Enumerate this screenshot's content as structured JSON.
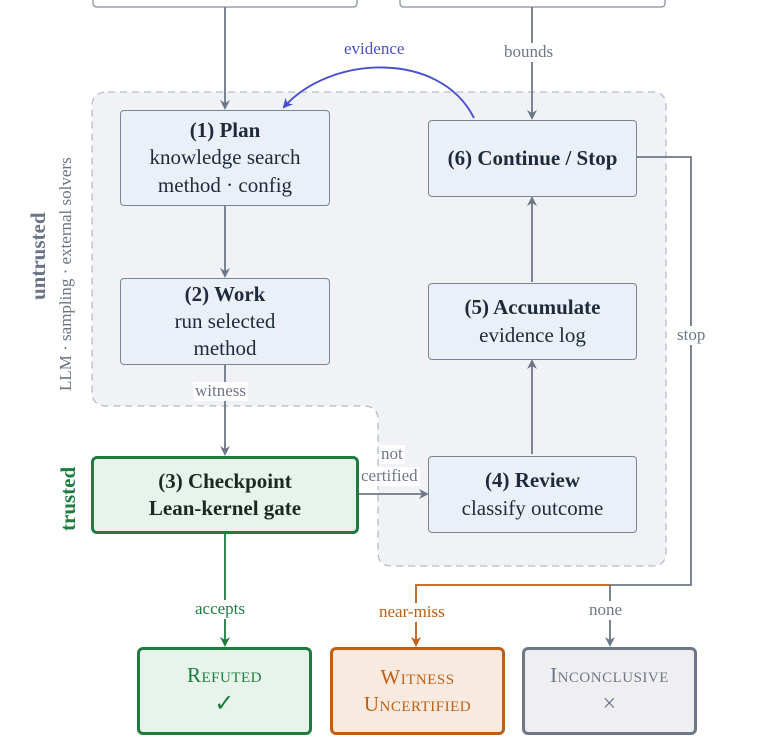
{
  "nodes": {
    "plan": {
      "title": "(1) Plan",
      "line1": "knowledge search",
      "line2": "method · config"
    },
    "work": {
      "title": "(2) Work",
      "line1": "run selected",
      "line2": "method"
    },
    "checkpoint": {
      "line1": "(3) Checkpoint",
      "line2": "Lean-kernel gate"
    },
    "review": {
      "title": "(4) Review",
      "line1": "classify outcome"
    },
    "accumulate": {
      "title": "(5) Accumulate",
      "line1": "evidence log"
    },
    "continue_stop": {
      "title": "(6) Continue / Stop"
    }
  },
  "outcomes": {
    "refuted": {
      "label": "Refuted",
      "mark": "✓"
    },
    "witness_uncertified": {
      "line1": "Witness",
      "line2": "Uncertified"
    },
    "inconclusive": {
      "label": "Inconclusive",
      "mark": "×"
    }
  },
  "edge_labels": {
    "evidence": "evidence",
    "bounds": "bounds",
    "witness": "witness",
    "not_certified_1": "not",
    "not_certified_2": "certified",
    "stop": "stop",
    "accepts": "accepts",
    "near_miss": "near-miss",
    "none": "none"
  },
  "regions": {
    "untrusted_title": "untrusted",
    "untrusted_subtitle": "LLM · sampling · external solvers",
    "trusted_title": "trusted"
  },
  "colors": {
    "edge": "#6e7788",
    "evidence": "#4a4fd0",
    "trusted": "#1e7d3e",
    "near_miss": "#c05f14",
    "none": "#6e7788",
    "region_fill": "#f0f2f6",
    "region_border": "#b6bcc7"
  }
}
